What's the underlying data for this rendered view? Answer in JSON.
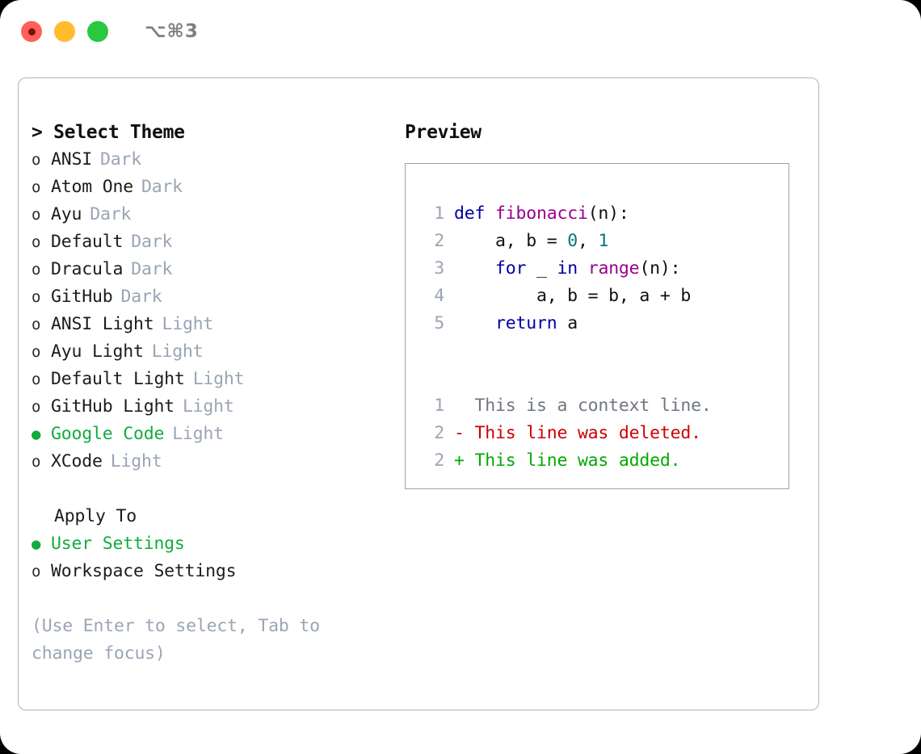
{
  "window": {
    "shortcut_label": "⌥⌘3",
    "traffic_lights": [
      {
        "name": "close",
        "color": "#ff6159"
      },
      {
        "name": "minimize",
        "color": "#ffbd2e"
      },
      {
        "name": "zoom",
        "color": "#28c840"
      }
    ]
  },
  "left": {
    "menu_title": "> Select Theme",
    "themes": [
      {
        "bullet": "o",
        "name": "ANSI",
        "tag": "Dark",
        "selected": false
      },
      {
        "bullet": "o",
        "name": "Atom One",
        "tag": "Dark",
        "selected": false
      },
      {
        "bullet": "o",
        "name": "Ayu",
        "tag": "Dark",
        "selected": false
      },
      {
        "bullet": "o",
        "name": "Default",
        "tag": "Dark",
        "selected": false
      },
      {
        "bullet": "o",
        "name": "Dracula",
        "tag": "Dark",
        "selected": false
      },
      {
        "bullet": "o",
        "name": "GitHub",
        "tag": "Dark",
        "selected": false
      },
      {
        "bullet": "o",
        "name": "ANSI Light",
        "tag": "Light",
        "selected": false
      },
      {
        "bullet": "o",
        "name": "Ayu Light",
        "tag": "Light",
        "selected": false
      },
      {
        "bullet": "o",
        "name": "Default Light",
        "tag": "Light",
        "selected": false
      },
      {
        "bullet": "o",
        "name": "GitHub Light",
        "tag": "Light",
        "selected": false
      },
      {
        "bullet": "●",
        "name": "Google Code",
        "tag": "Light",
        "selected": true
      },
      {
        "bullet": "o",
        "name": "XCode",
        "tag": "Light",
        "selected": false
      }
    ],
    "apply_to_heading": "Apply To",
    "apply_to_options": [
      {
        "bullet": "●",
        "name": "User Settings",
        "selected": true
      },
      {
        "bullet": "o",
        "name": "Workspace Settings",
        "selected": false
      }
    ],
    "hint": "(Use Enter to select, Tab to change focus)"
  },
  "right": {
    "preview_title": "Preview",
    "code_lines": [
      {
        "num": "1",
        "tokens": [
          {
            "t": "def ",
            "c": "kw"
          },
          {
            "t": "fibonacci",
            "c": "fn"
          },
          {
            "t": "(n):",
            "c": "plain"
          }
        ]
      },
      {
        "num": "2",
        "tokens": [
          {
            "t": "    a, b = ",
            "c": "plain"
          },
          {
            "t": "0",
            "c": "num"
          },
          {
            "t": ", ",
            "c": "plain"
          },
          {
            "t": "1",
            "c": "num"
          }
        ]
      },
      {
        "num": "3",
        "tokens": [
          {
            "t": "    ",
            "c": "plain"
          },
          {
            "t": "for",
            "c": "kw"
          },
          {
            "t": " _ ",
            "c": "plain"
          },
          {
            "t": "in",
            "c": "kw"
          },
          {
            "t": " ",
            "c": "plain"
          },
          {
            "t": "range",
            "c": "fn"
          },
          {
            "t": "(n):",
            "c": "plain"
          }
        ]
      },
      {
        "num": "4",
        "tokens": [
          {
            "t": "        a, b = b, a + b",
            "c": "plain"
          }
        ]
      },
      {
        "num": "5",
        "tokens": [
          {
            "t": "    ",
            "c": "plain"
          },
          {
            "t": "return",
            "c": "kw"
          },
          {
            "t": " a",
            "c": "plain"
          }
        ]
      }
    ],
    "diff_lines": [
      {
        "num": "1",
        "marker": "  ",
        "text": "This is a context line.",
        "kind": "ctx"
      },
      {
        "num": "2",
        "marker": "- ",
        "text": "This line was deleted.",
        "kind": "del"
      },
      {
        "num": "2",
        "marker": "+ ",
        "text": "This line was added.",
        "kind": "add"
      }
    ]
  },
  "colors": {
    "accent_green": "#13ab3d",
    "muted": "#9aa5b4",
    "keyword": "#0000a0",
    "function": "#99008c",
    "number": "#007a72",
    "diff_delete": "#cc0000",
    "diff_add": "#00aa00",
    "border": "#aab4c2"
  }
}
